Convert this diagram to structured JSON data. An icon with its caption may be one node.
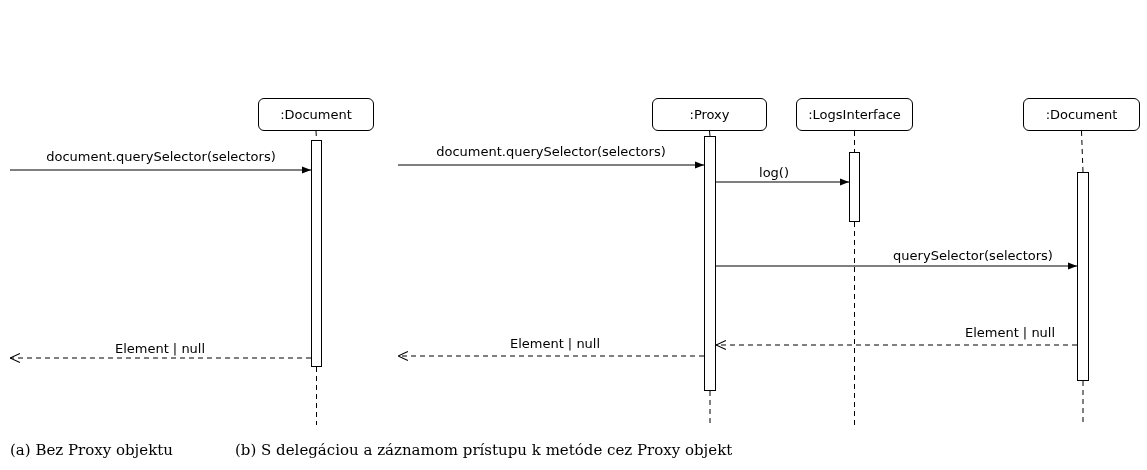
{
  "diagram": {
    "nodes": [
      {
        "text": [
          ":Document"
        ]
      },
      {
        "text": [],
        "shape": "bar"
      },
      {
        "text": [
          ":Proxy"
        ]
      },
      {
        "text": [
          ":LogsInterface"
        ]
      },
      {
        "text": [
          ":Document"
        ]
      },
      {
        "text": [],
        "shape": "bar"
      },
      {
        "text": [],
        "shape": "bar"
      },
      {
        "text": [],
        "shape": "bar"
      }
    ],
    "edges": [
      {
        "from": 0,
        "to": 1,
        "arrow": "none",
        "style": "dashed"
      },
      {
        "from": 2,
        "to": 5,
        "arrow": "none",
        "style": "dashed"
      },
      {
        "from": 3,
        "to": 6,
        "arrow": "none",
        "style": "dashed"
      },
      {
        "from": 4,
        "to": 7,
        "arrow": "none",
        "style": "dashed"
      },
      {
        "from": null,
        "to": 1,
        "arrow": "to",
        "label": "document.querySelector(selectors)"
      },
      {
        "from": 1,
        "to": null,
        "arrow": "to",
        "label": "Element | null",
        "style": "dashed"
      },
      {
        "from": null,
        "to": 5,
        "arrow": "to",
        "label": "document.querySelector(selectors)"
      },
      {
        "from": 5,
        "to": 6,
        "arrow": "to",
        "label": "log()"
      },
      {
        "from": 5,
        "to": 7,
        "arrow": "to",
        "label": "querySelector(selectors)"
      },
      {
        "from": 7,
        "to": 5,
        "arrow": "to",
        "label": "Element | null",
        "style": "dashed"
      },
      {
        "from": 5,
        "to": null,
        "arrow": "to",
        "label": "Element | null",
        "style": "dashed"
      }
    ],
    "labels": [
      "(a) Bez Proxy objektu",
      "(b) S delegáciou a záznamom prístupu k metóde cez Proxy objekt"
    ]
  }
}
